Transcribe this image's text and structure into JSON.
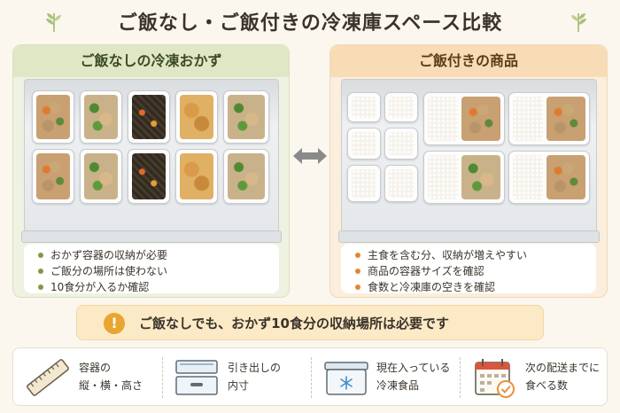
{
  "title": "ご飯なし・ご飯付きの冷凍庫スペース比較",
  "left_panel": {
    "heading": "ご飯なしの冷凍おかず",
    "bullets": [
      "おかず容器の収納が必要",
      "ご飯分の場所は使わない",
      "10食分が入るか確認"
    ]
  },
  "right_panel": {
    "heading": "ご飯付きの商品",
    "bullets": [
      "主食を含む分、収納が増えやすい",
      "商品の容器サイズを確認",
      "食数と冷凍庫の空きを確認"
    ]
  },
  "note": {
    "icon": "!",
    "text": "ご飯なしでも、おかず10食分の収納場所は必要です"
  },
  "checklist": [
    {
      "icon": "ruler-icon",
      "label": "容器の\n縦・横・高さ"
    },
    {
      "icon": "drawer-icon",
      "label": "引き出しの\n内寸"
    },
    {
      "icon": "frozen-food-icon",
      "label": "現在入っている\n冷凍食品"
    },
    {
      "icon": "calendar-icon",
      "label": "次の配送までに\n食べる数"
    }
  ],
  "colors": {
    "left_accent": "#dfe7c4",
    "right_accent": "#f7dcb5",
    "note_bg": "#fce9c6",
    "warning_icon": "#e8a531"
  }
}
